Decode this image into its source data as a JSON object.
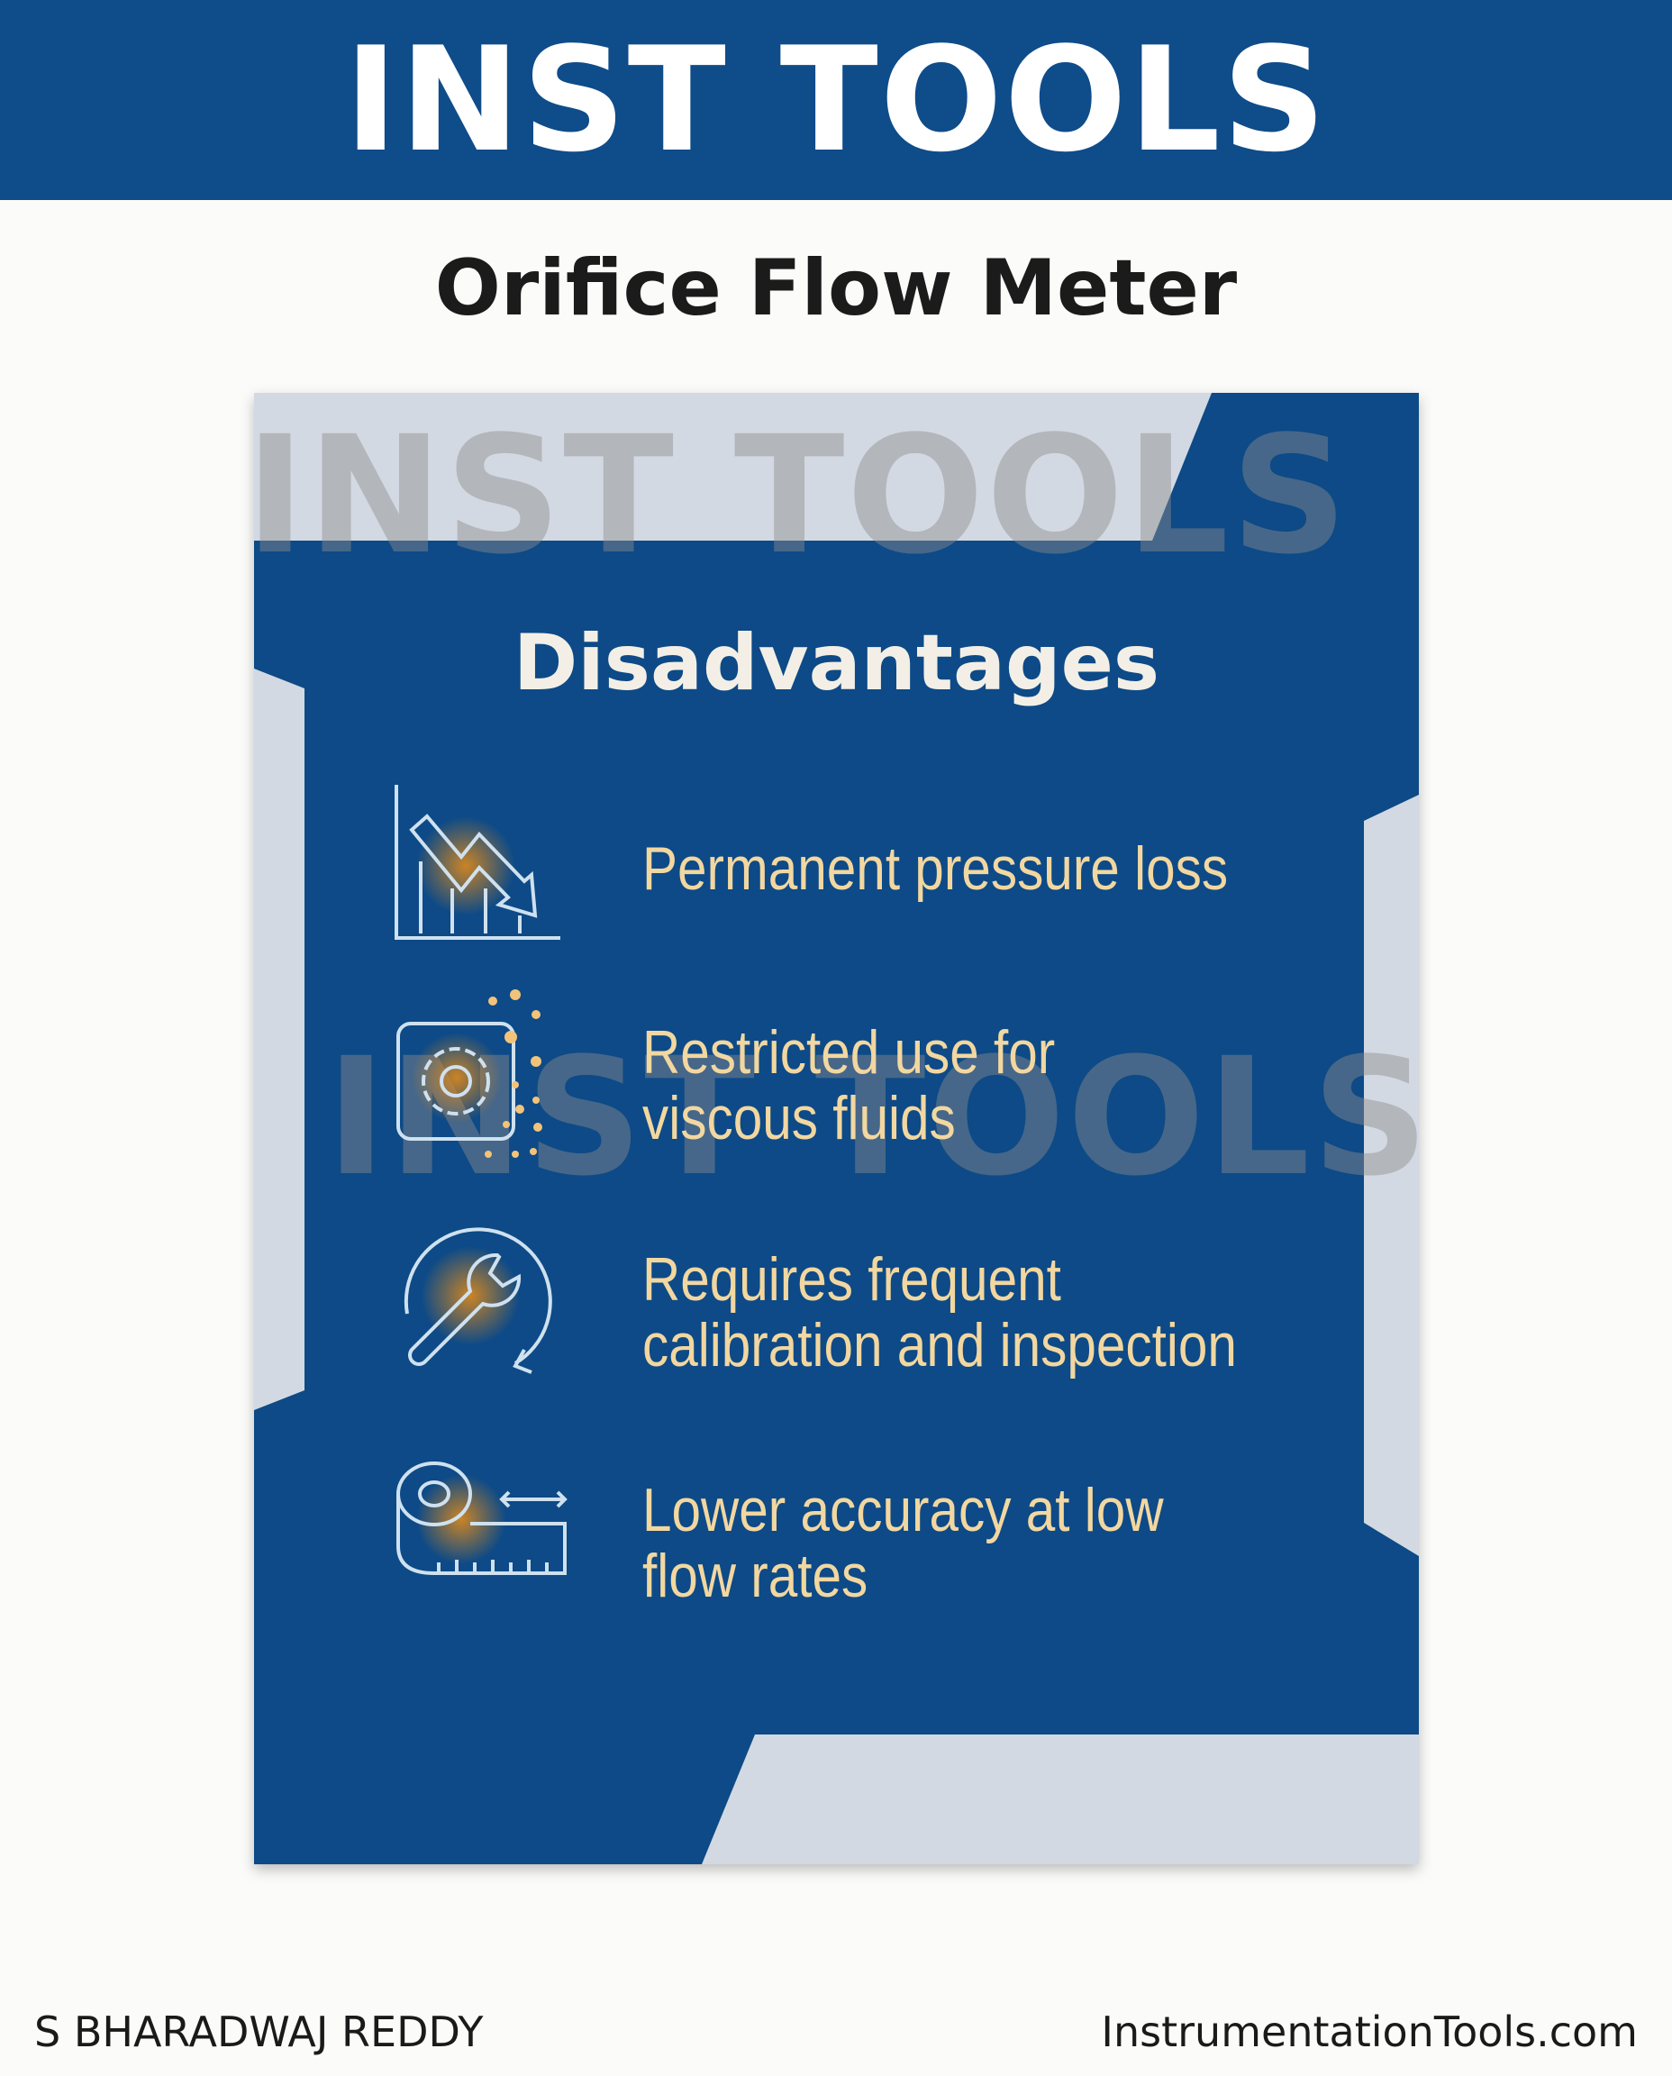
{
  "header": {
    "title": "INST TOOLS"
  },
  "subtitle": "Orifice Flow Meter",
  "card": {
    "heading": "Disadvantages",
    "watermark": "INST TOOLS",
    "items": [
      {
        "icon": "chart-decline-icon",
        "line1": "Permanent pressure loss",
        "line2": ""
      },
      {
        "icon": "gear-viscous-icon",
        "line1": "Restricted use for",
        "line2": "viscous fluids"
      },
      {
        "icon": "wrench-cycle-icon",
        "line1": "Requires frequent",
        "line2": "calibration and inspection"
      },
      {
        "icon": "measuring-tape-icon",
        "line1": "Lower accuracy at low",
        "line2": "flow rates"
      }
    ]
  },
  "footer": {
    "author": "S BHARADWAJ REDDY",
    "website": "InstrumentationTools.com"
  },
  "colors": {
    "brand_blue": "#0f4c8a",
    "card_blue": "#0d4a87",
    "accent_text": "#f2d7a0",
    "strip": "#d3d9e2",
    "glow": "#e08a1a"
  }
}
